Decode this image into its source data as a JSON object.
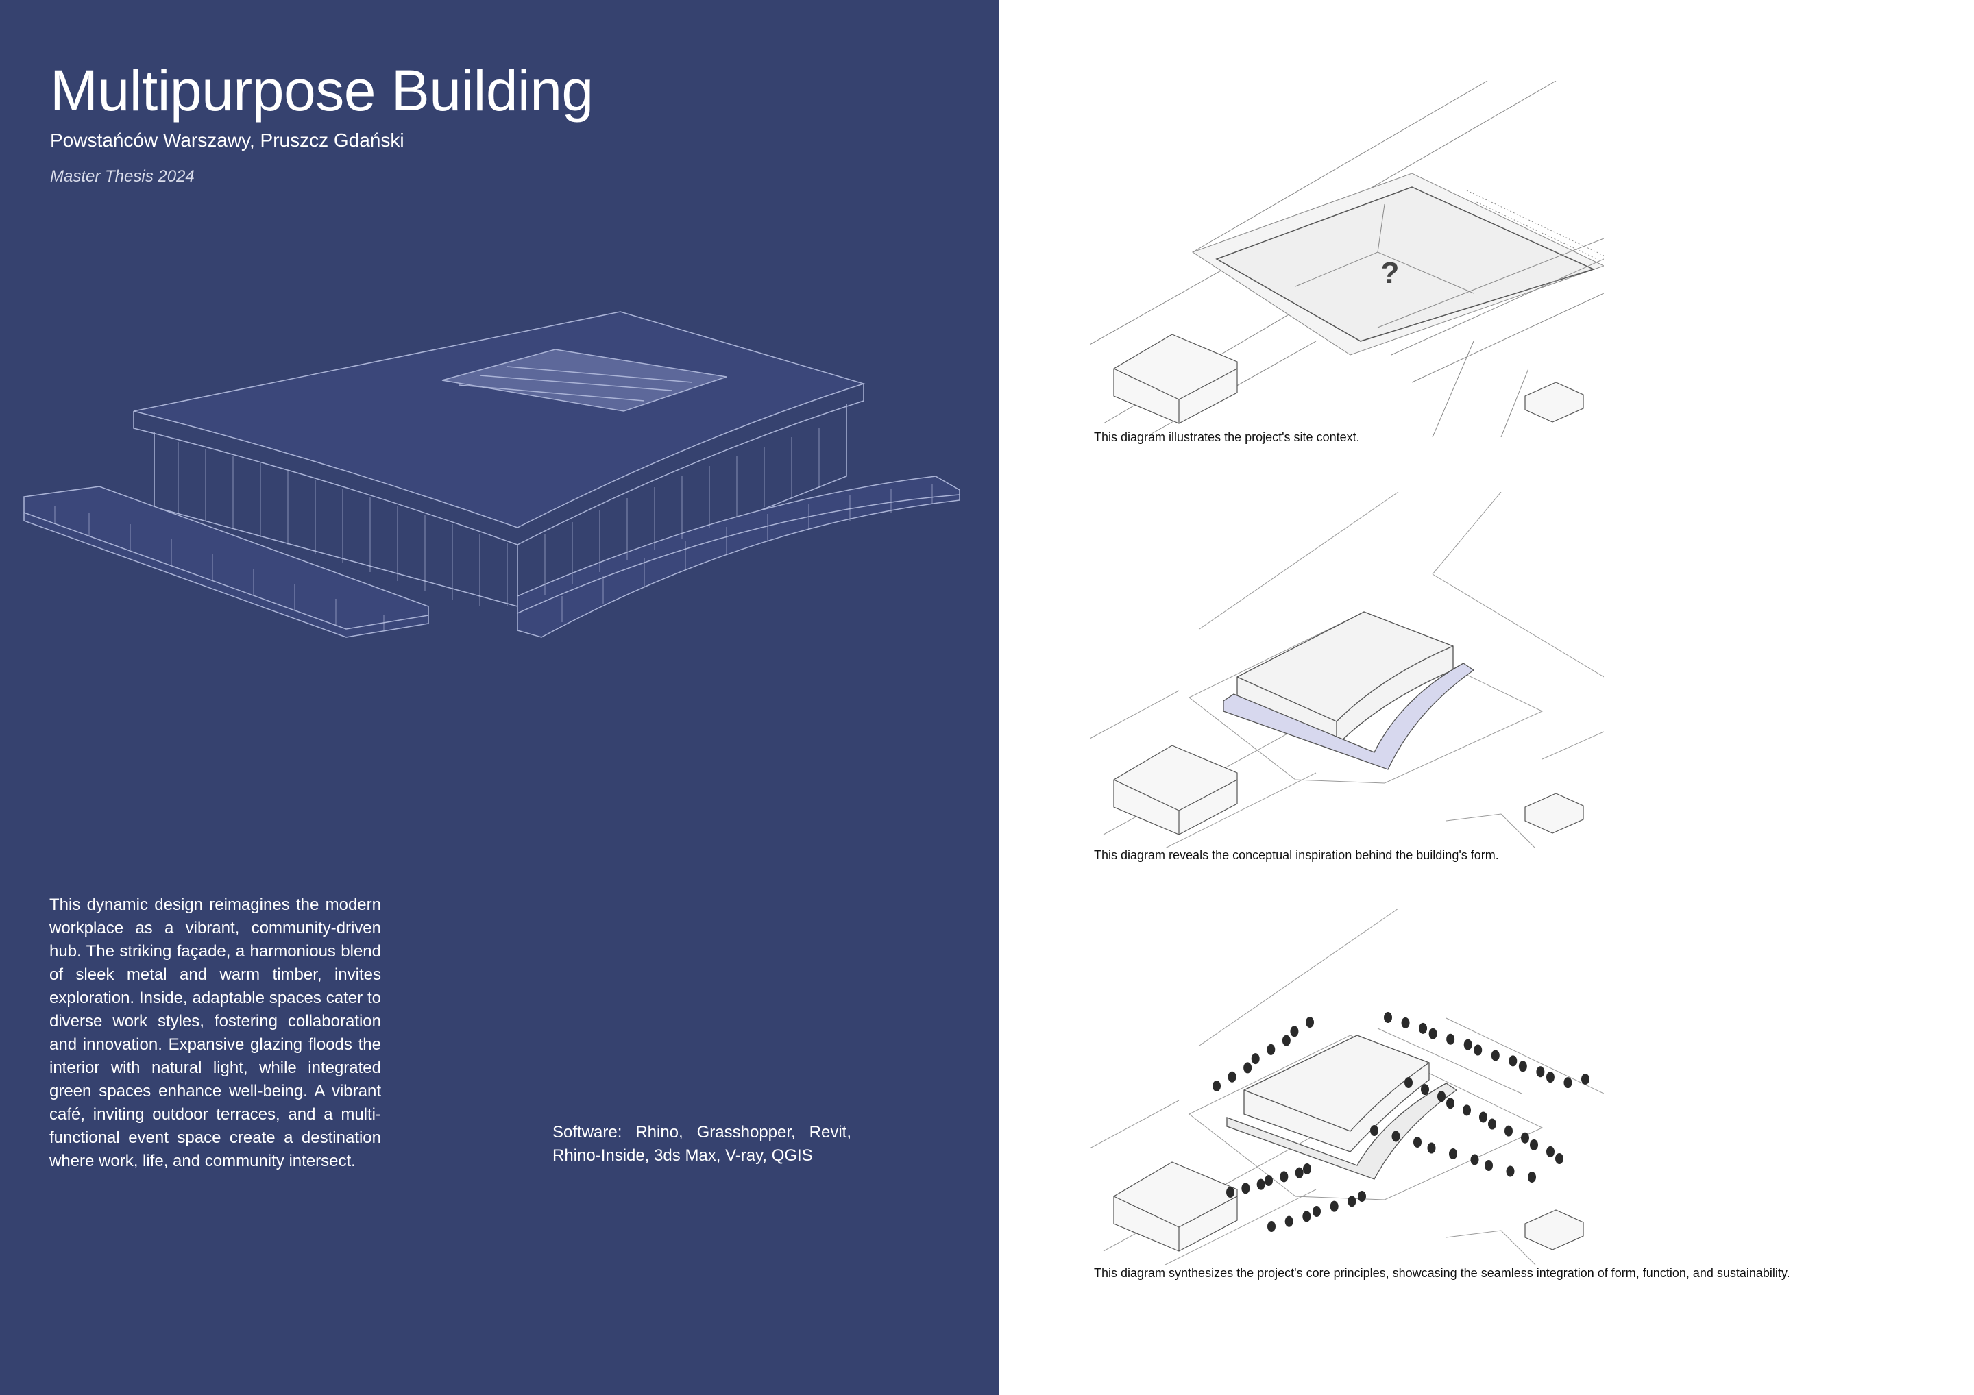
{
  "header": {
    "title": "Multipurpose Building",
    "subtitle": "Powstańców Warszawy, Pruszcz Gdański",
    "thesis": "Master Thesis 2024"
  },
  "description": "This dynamic design reimagines the modern workplace as a vibrant, community-driven hub. The striking façade, a harmonious blend of sleek metal and warm timber, invites exploration. Inside, adaptable spaces cater to diverse work styles, fostering collaboration and innovation. Expansive glazing floods the interior with natural light, while integrated green spaces enhance well-being. A vibrant café, inviting outdoor terraces, and a multi-functional event space create a destination where work, life, and community intersect.",
  "software": "Software: Rhino, Grasshopper, Revit, Rhino-Inside, 3ds Max, V-ray, QGIS",
  "diagrams": {
    "site_context": {
      "marker": "?",
      "caption": "This diagram illustrates the project's site context."
    },
    "concept": {
      "caption": "This diagram reveals the conceptual inspiration behind the building's form."
    },
    "synthesis": {
      "caption": "This diagram synthesizes the project's core principles, showcasing the seamless integration of form, function, and sustainability."
    }
  },
  "colors": {
    "panel_background": "#36426f",
    "line_light": "#d6dbef",
    "concept_accent": "#d7d8ee",
    "tree": "#2a2a2a"
  }
}
